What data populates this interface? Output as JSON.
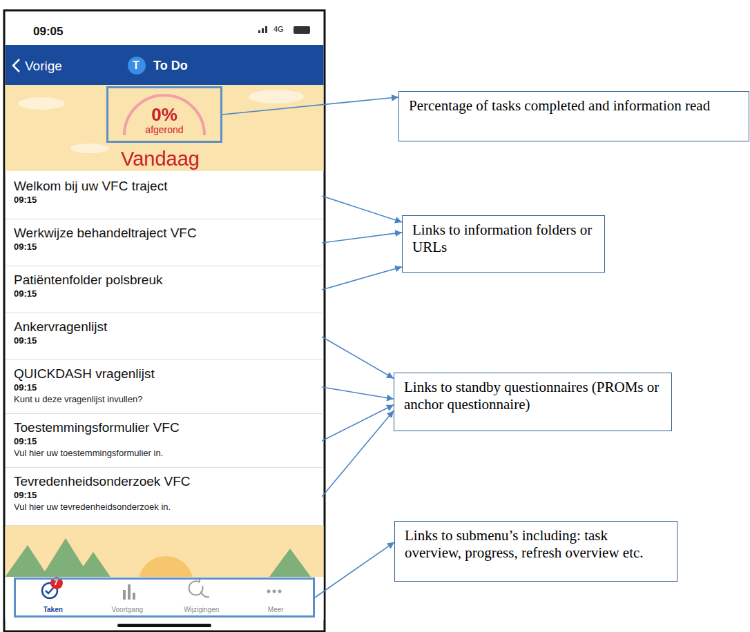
{
  "diagram": {
    "nodes": [
      {
        "text": [
          "0%",
          "afgerond"
        ]
      },
      {
        "text": [
          "Welkom bij uw VFC traject",
          "09:15"
        ]
      },
      {
        "text": [
          "Werkwijze behandeltraject VFC",
          "09:15"
        ]
      },
      {
        "text": [
          "Patiëntenfolder polsbreuk",
          "09:15"
        ]
      },
      {
        "text": [
          "Ankervragenlijst",
          "09:15"
        ]
      },
      {
        "text": [
          "QUICKDASH vragenlijst",
          "09:15",
          "Kunt u deze vragenlijst invullen?"
        ]
      },
      {
        "text": [
          "Toestemmingsformulier VFC",
          "09:15",
          "Vul hier uw toestemmingsformulier in."
        ]
      },
      {
        "text": [
          "Tevredenheidsonderzoek VFC",
          "09:15",
          "Vul hier uw tevredenheidsonderzoek in."
        ]
      },
      {
        "text": [
          "Taken",
          "Voortgang",
          "Wijzigingen",
          "Meer"
        ]
      },
      {
        "text": [
          "Percentage of tasks completed and information read"
        ]
      },
      {
        "text": [
          "Links to information folders or URLs"
        ]
      },
      {
        "text": [
          "Links to standby questionnaires (PROMs or anchor questionnaire)"
        ]
      },
      {
        "text": [
          "Links to submenu’s including: task overview, progress, refresh overview etc."
        ]
      }
    ],
    "edges": [
      {
        "from": 0,
        "to": 9,
        "arrow": "to"
      },
      {
        "from": 1,
        "to": 10,
        "arrow": "to"
      },
      {
        "from": 2,
        "to": 10,
        "arrow": "to"
      },
      {
        "from": 3,
        "to": 10,
        "arrow": "to"
      },
      {
        "from": 4,
        "to": 11,
        "arrow": "to"
      },
      {
        "from": 5,
        "to": 11,
        "arrow": "to"
      },
      {
        "from": 6,
        "to": 11,
        "arrow": "to"
      },
      {
        "from": 7,
        "to": 11,
        "arrow": "to"
      },
      {
        "from": 8,
        "to": 12,
        "arrow": "to"
      }
    ],
    "labels": [
      "09:05",
      "4G",
      "Vorige",
      "T",
      "To Do",
      "Vandaag",
      "7"
    ]
  }
}
